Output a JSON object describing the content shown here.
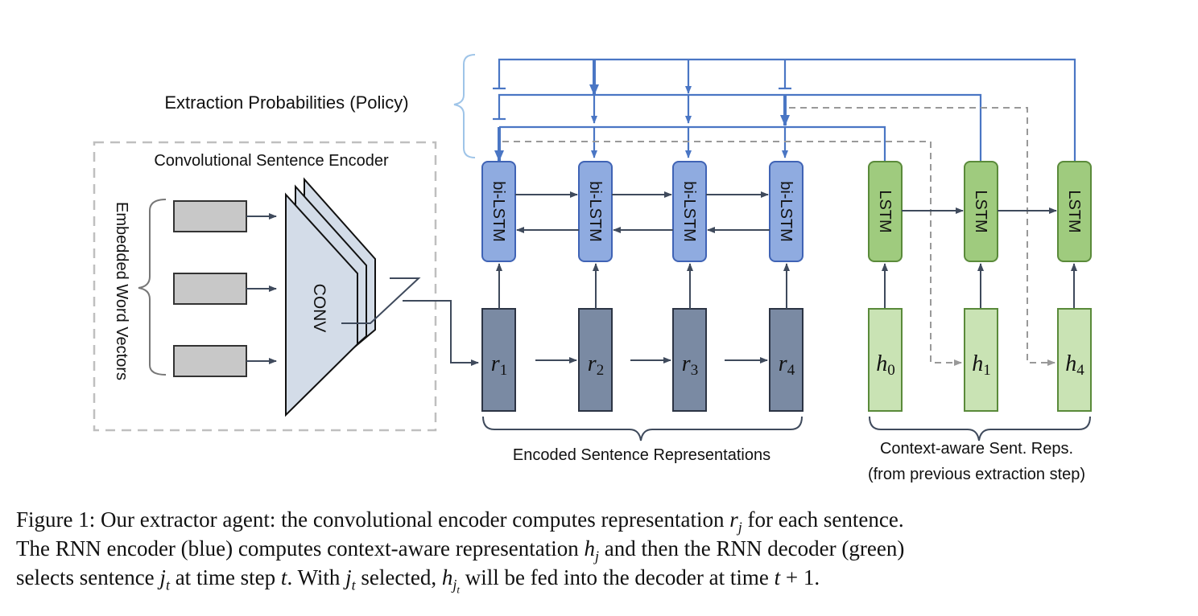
{
  "labels": {
    "policy": "Extraction Probabilities (Policy)",
    "encoder_title": "Convolutional Sentence Encoder",
    "word_vectors": "Embedded Word Vectors",
    "conv": "CONV",
    "bilstm": "bi-LSTM",
    "lstm": "LSTM",
    "encoded_reps": "Encoded Sentence Representations",
    "context_reps_line1": "Context-aware Sent. Reps.",
    "context_reps_line2": "(from previous extraction step)"
  },
  "encoder_nodes": [
    {
      "var": "r",
      "sub": "1"
    },
    {
      "var": "r",
      "sub": "2"
    },
    {
      "var": "r",
      "sub": "3"
    },
    {
      "var": "r",
      "sub": "4"
    }
  ],
  "decoder_nodes": [
    {
      "var": "h",
      "sub": "0"
    },
    {
      "var": "h",
      "sub": "1"
    },
    {
      "var": "h",
      "sub": "4"
    }
  ],
  "caption": {
    "l1a": "Figure 1: Our extractor agent: the convolutional encoder computes representation ",
    "l1_var": "r",
    "l1_sub": "j",
    "l1b": " for each sentence.",
    "l2a": "The RNN encoder (blue) computes context-aware representation ",
    "l2_var": "h",
    "l2_sub": "j",
    "l2b": " and then the RNN decoder (green)",
    "l3a": "selects sentence ",
    "l3_var1": "j",
    "l3_sub1": "t",
    "l3b": " at time step ",
    "l3_var2": "t",
    "l3c": ". With ",
    "l3_var3": "j",
    "l3_sub3": "t",
    "l3d": " selected, ",
    "l3_var4": "h",
    "l3_sub4": "j",
    "l3_subsub4": "t",
    "l3e": " will be fed into the decoder at time ",
    "l3_var5": "t",
    "l3f": " + 1."
  },
  "colors": {
    "blue_line": "#4a76c4",
    "bilstm_fill": "#8fabe0",
    "bilstm_stroke": "#3f63b5",
    "lstm_fill": "#9fcb7e",
    "lstm_stroke": "#5a8a3a",
    "h_fill": "#c9e3b4",
    "r_fill": "#7a8aa3",
    "dark_arrow": "#3f4a5c",
    "dash": "#999999",
    "bracket_light": "#9ec4e8",
    "conv_fill": "#d3dce8"
  }
}
